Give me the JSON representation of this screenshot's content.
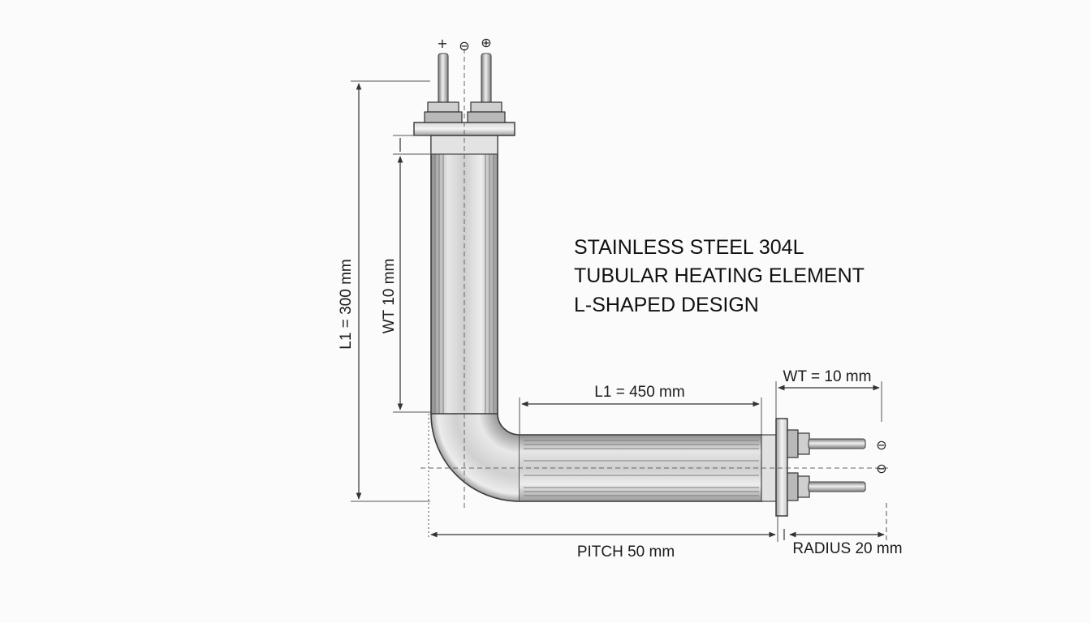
{
  "title_lines": [
    "STAINLESS STEEL 304L",
    "TUBULAR HEATING ELEMENT",
    "L-SHAPED DESIGN"
  ],
  "dimensions": {
    "vertical_length": "L1 = 300 mm",
    "vertical_wt": "WT 10 mm",
    "horizontal_length": "L1 = 450 mm",
    "horizontal_wt": "WT = 10 mm",
    "pitch": "PITCH 50 mm",
    "radius": "RADIUS 20 mm"
  },
  "terminal_symbols": {
    "top_plus": "+",
    "top_minus": "⊖",
    "top_plus_circled": "⊕",
    "right_minus_upper": "⊖",
    "right_minus_lower": "⊖"
  },
  "colors": {
    "steel_light": "#f2f2f2",
    "steel_mid": "#c9c9c9",
    "steel_dark": "#8d8d8d",
    "line": "#333333"
  },
  "icons": {
    "terminal": "terminal-pin-icon",
    "nut": "hex-nut-icon",
    "flange": "mounting-flange-icon"
  }
}
